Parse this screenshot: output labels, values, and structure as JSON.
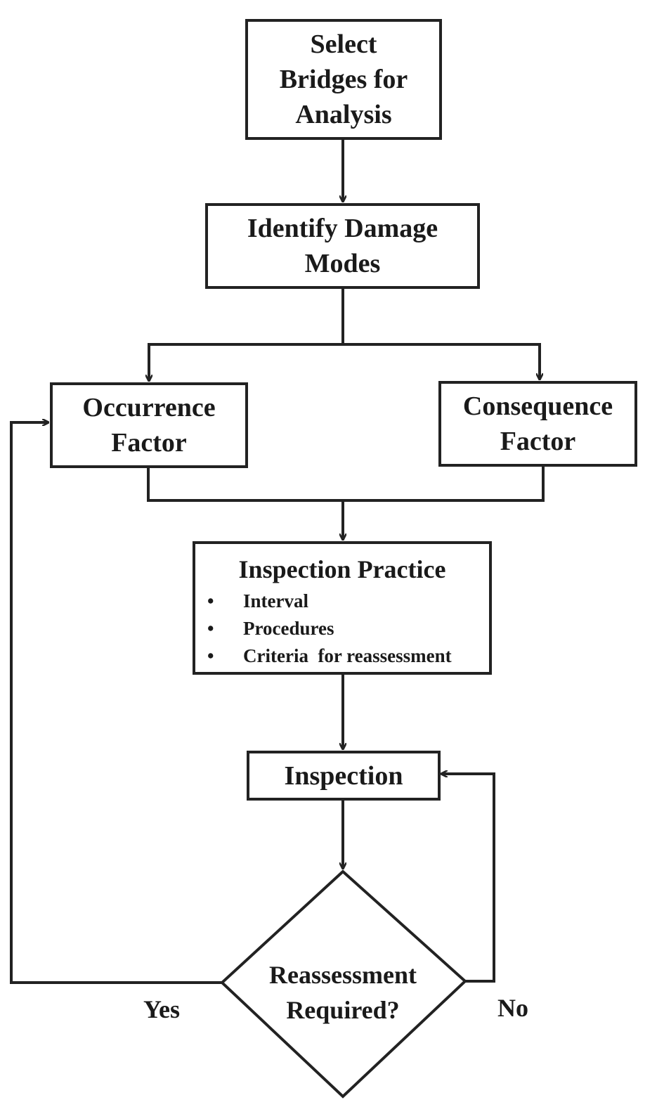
{
  "nodes": {
    "select": {
      "lines": [
        "Select",
        "Bridges for",
        "Analysis"
      ]
    },
    "identify": {
      "lines": [
        "Identify Damage",
        "Modes"
      ]
    },
    "occurrence": {
      "lines": [
        "Occurrence",
        "Factor"
      ]
    },
    "consequence": {
      "lines": [
        "Consequence",
        "Factor"
      ]
    },
    "practice": {
      "title": "Inspection Practice",
      "bullet_glyph": "•",
      "items": [
        "Interval",
        "Procedures",
        "Criteria  for reassessment"
      ]
    },
    "inspection": {
      "label": "Inspection"
    },
    "decision": {
      "lines": [
        "Reassessment",
        "Required?"
      ]
    }
  },
  "edge_labels": {
    "yes": "Yes",
    "no": "No"
  },
  "colors": {
    "stroke": "#222222",
    "text": "#1a1a1a",
    "background": "#ffffff"
  }
}
